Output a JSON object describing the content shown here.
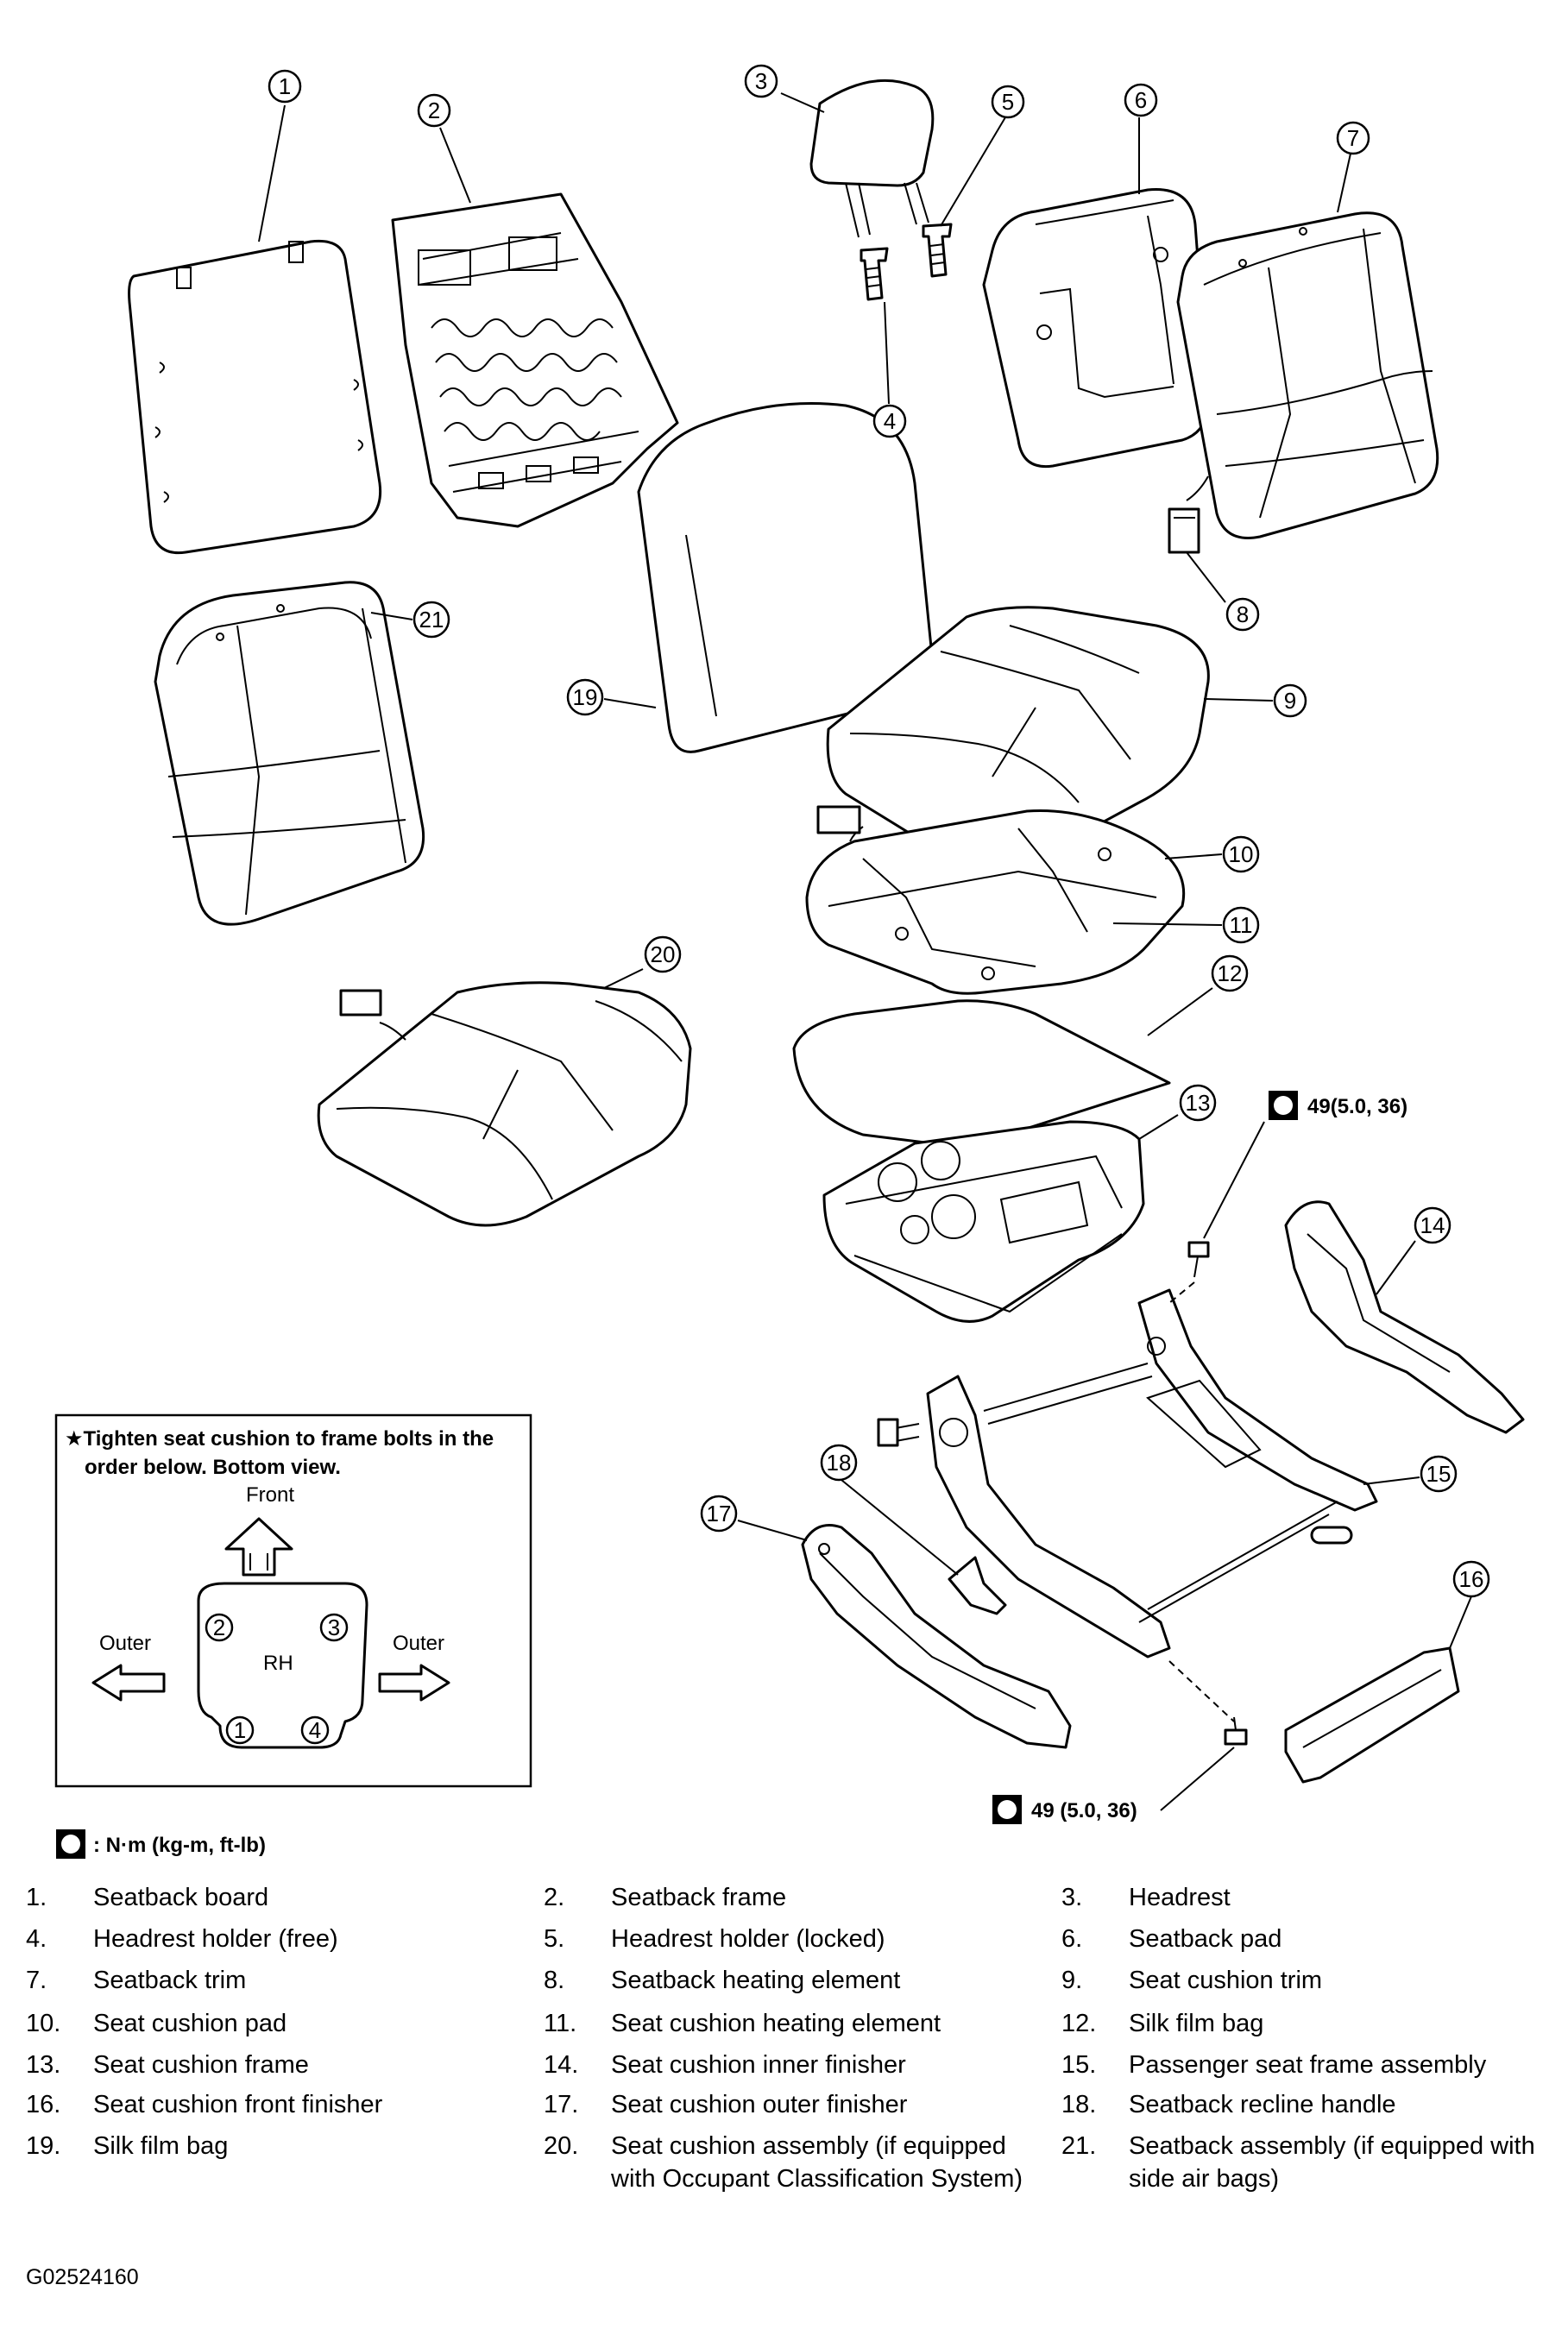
{
  "callouts": [
    "1",
    "2",
    "3",
    "4",
    "5",
    "6",
    "7",
    "8",
    "9",
    "10",
    "11",
    "12",
    "13",
    "14",
    "15",
    "16",
    "17",
    "18",
    "19",
    "20",
    "21"
  ],
  "torque": {
    "upper": "49(5.0, 36)",
    "lower": "49 (5.0, 36)",
    "unit_note": ": N·m (kg-m, ft-lb)"
  },
  "inset": {
    "note_line1": "★Tighten seat cushion to frame bolts in the",
    "note_line2": "order below.  Bottom view.",
    "front": "Front",
    "outer_left": "Outer",
    "outer_right": "Outer",
    "side": "RH",
    "bolt_order": [
      "1",
      "2",
      "3",
      "4"
    ]
  },
  "legend": [
    {
      "num": "1.",
      "text": "Seatback board"
    },
    {
      "num": "2.",
      "text": "Seatback frame"
    },
    {
      "num": "3.",
      "text": "Headrest"
    },
    {
      "num": "4.",
      "text": "Headrest holder (free)"
    },
    {
      "num": "5.",
      "text": "Headrest holder (locked)"
    },
    {
      "num": "6.",
      "text": "Seatback pad"
    },
    {
      "num": "7.",
      "text": "Seatback trim"
    },
    {
      "num": "8.",
      "text": "Seatback heating element"
    },
    {
      "num": "9.",
      "text": "Seat cushion trim"
    },
    {
      "num": "10.",
      "text": "Seat cushion pad"
    },
    {
      "num": "11.",
      "text": "Seat cushion heating element"
    },
    {
      "num": "12.",
      "text": "Silk film bag"
    },
    {
      "num": "13.",
      "text": "Seat cushion frame"
    },
    {
      "num": "14.",
      "text": "Seat cushion inner finisher"
    },
    {
      "num": "15.",
      "text": "Passenger seat frame assembly"
    },
    {
      "num": "16.",
      "text": "Seat cushion front finisher"
    },
    {
      "num": "17.",
      "text": "Seat cushion outer finisher"
    },
    {
      "num": "18.",
      "text": "Seatback recline handle"
    },
    {
      "num": "19.",
      "text": "Silk film bag"
    },
    {
      "num": "20.",
      "text": "Seat cushion assembly (if equipped with Occupant Classification System)"
    },
    {
      "num": "21.",
      "text": "Seatback assembly (if equipped with side air bags)"
    }
  ],
  "figure_id": "G02524160"
}
